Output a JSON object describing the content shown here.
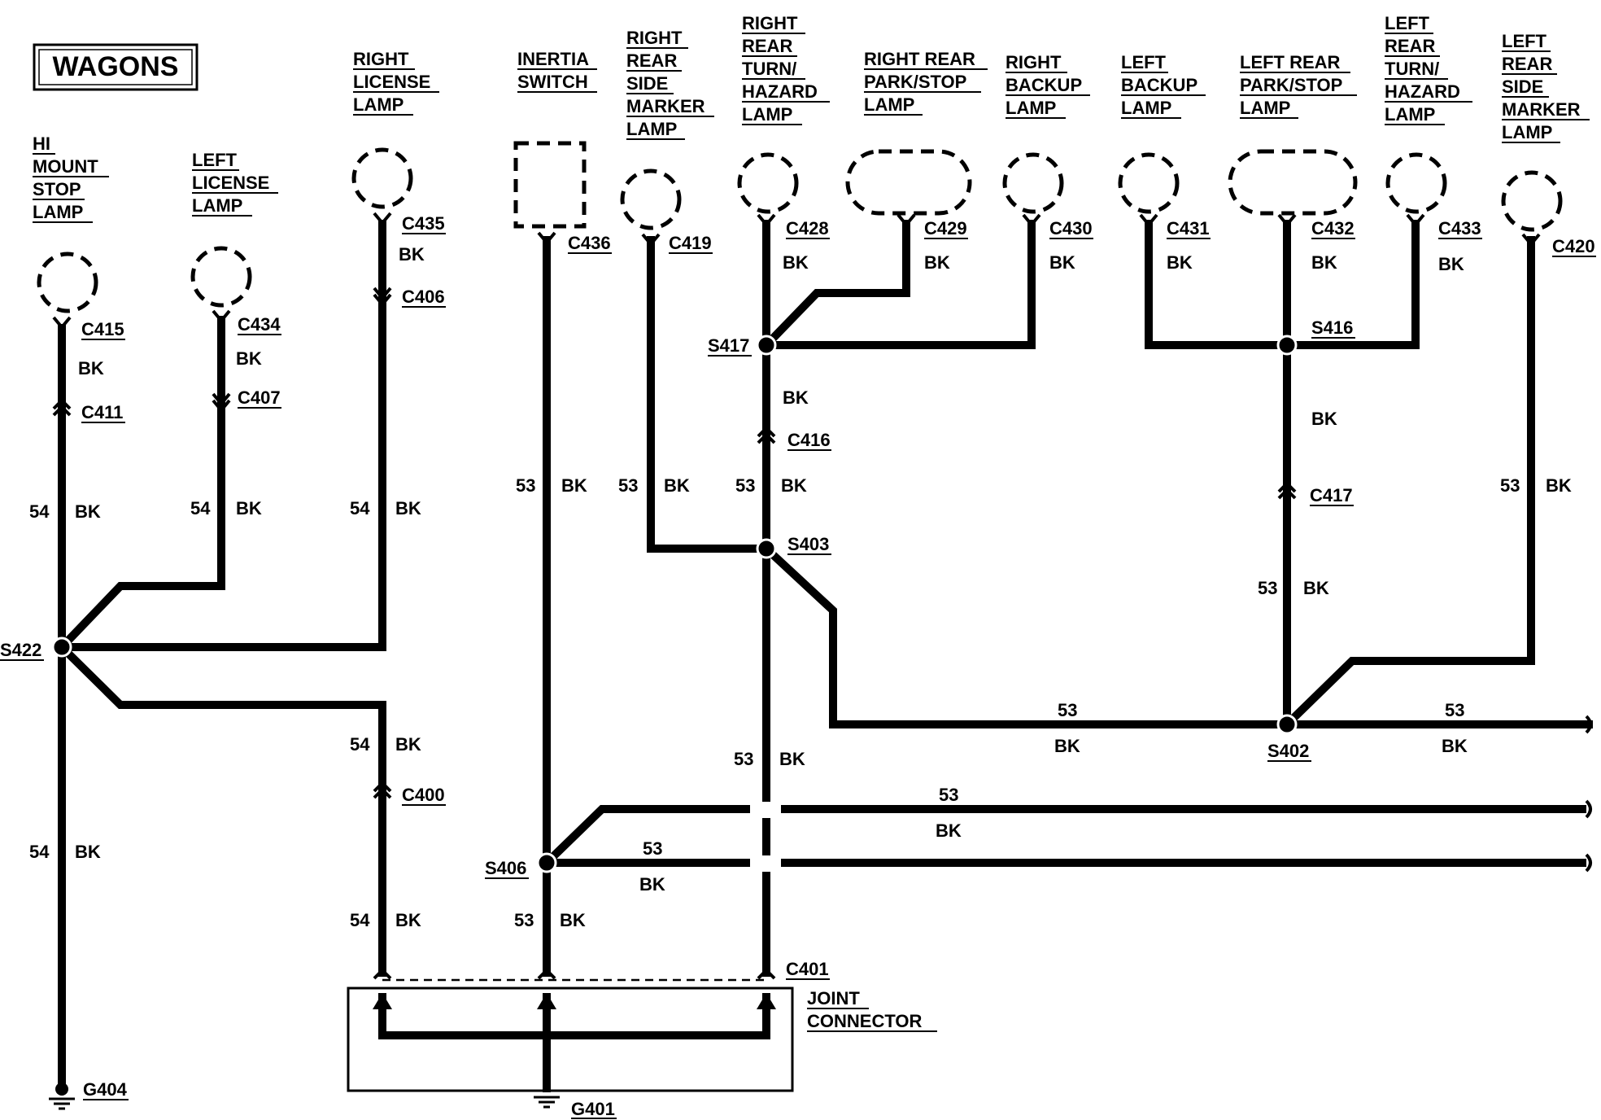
{
  "title": "WAGONS",
  "components": {
    "hi_mount_stop_lamp": [
      "HI",
      "MOUNT",
      "STOP",
      "LAMP"
    ],
    "left_license_lamp": [
      "LEFT",
      "LICENSE",
      "LAMP"
    ],
    "right_license_lamp": [
      "RIGHT",
      "LICENSE",
      "LAMP"
    ],
    "inertia_switch": [
      "INERTIA",
      "SWITCH"
    ],
    "right_rear_side_marker_lamp": [
      "RIGHT",
      "REAR",
      "SIDE",
      "MARKER",
      "LAMP"
    ],
    "right_rear_turn_hazard_lamp": [
      "RIGHT",
      "REAR",
      "TURN/",
      "HAZARD",
      "LAMP"
    ],
    "right_rear_park_stop_lamp": [
      "RIGHT REAR",
      "PARK/STOP",
      "LAMP"
    ],
    "right_backup_lamp": [
      "RIGHT",
      "BACKUP",
      "LAMP"
    ],
    "left_backup_lamp": [
      "LEFT",
      "BACKUP",
      "LAMP"
    ],
    "left_rear_park_stop_lamp": [
      "LEFT REAR",
      "PARK/STOP",
      "LAMP"
    ],
    "left_rear_turn_hazard_lamp": [
      "LEFT",
      "REAR",
      "TURN/",
      "HAZARD",
      "LAMP"
    ],
    "left_rear_side_marker_lamp": [
      "LEFT",
      "REAR",
      "SIDE",
      "MARKER",
      "LAMP"
    ],
    "joint_connector": [
      "JOINT",
      "CONNECTOR"
    ]
  },
  "connectors": {
    "c415": "C415",
    "c411": "C411",
    "c434": "C434",
    "c407": "C407",
    "c435": "C435",
    "c406": "C406",
    "c436": "C436",
    "c419": "C419",
    "c428": "C428",
    "c429": "C429",
    "c430": "C430",
    "c431": "C431",
    "c432": "C432",
    "c433": "C433",
    "c420": "C420",
    "c416": "C416",
    "c417": "C417",
    "c400": "C400",
    "c401": "C401"
  },
  "splices": {
    "s422": "S422",
    "s417": "S417",
    "s416": "S416",
    "s403": "S403",
    "s402": "S402",
    "s406": "S406"
  },
  "grounds": {
    "g404": "G404",
    "g401": "G401"
  },
  "wire": {
    "color": "BK",
    "circuit_54": "54",
    "circuit_53": "53"
  }
}
